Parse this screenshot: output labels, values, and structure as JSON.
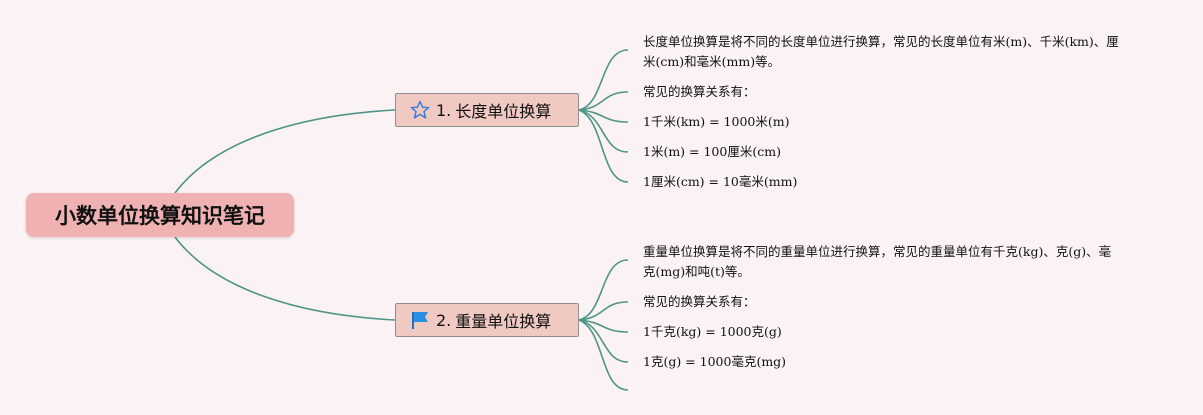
{
  "root": {
    "title": "小数单位换算知识笔记"
  },
  "branches": [
    {
      "number": "1.",
      "label": "长度单位换算",
      "icon": "star-outline-icon",
      "items": [
        "长度单位换算是将不同的长度单位进行换算，常见的长度单位有米(m)、千米(km)、厘米(cm)和毫米(mm)等。",
        "常见的换算关系有：",
        "1千米(km) = 1000米(m)",
        "1米(m) = 100厘米(cm)",
        "1厘米(cm) = 10毫米(mm)"
      ]
    },
    {
      "number": "2.",
      "label": "重量单位换算",
      "icon": "blue-flag-icon",
      "items": [
        "重量单位换算是将不同的重量单位进行换算，常见的重量单位有千克(kg)、克(g)、毫克(mg)和吨(t)等。",
        "常见的换算关系有：",
        "1千克(kg) = 1000克(g)",
        "1克(g) = 1000毫克(mg)",
        ""
      ]
    }
  ],
  "colors": {
    "connector": "#4f9585",
    "root_fill": "#efb1b1",
    "branch_fill": "#f0c9c2",
    "background": "#fbf2f4"
  }
}
